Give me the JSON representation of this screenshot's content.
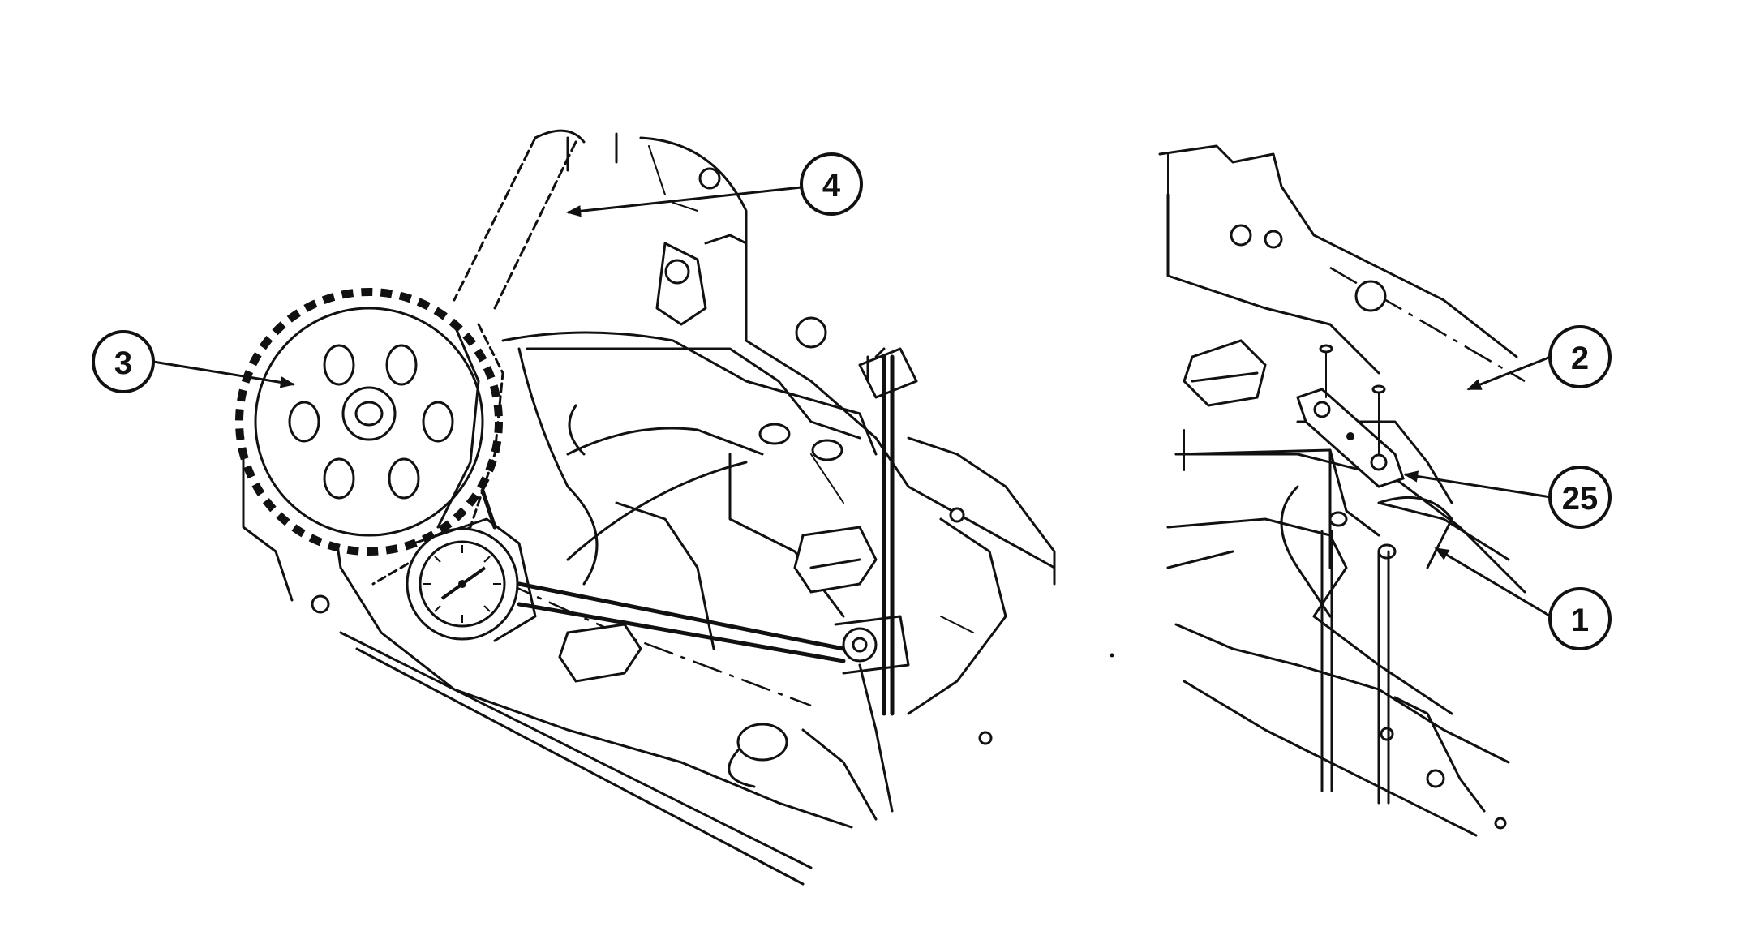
{
  "callouts": {
    "c4": {
      "label": "4"
    },
    "c3": {
      "label": "3"
    },
    "c2": {
      "label": "2"
    },
    "c25": {
      "label": "25"
    },
    "c1": {
      "label": "1"
    }
  },
  "colors": {
    "ink": "#111111",
    "paper": "#ffffff"
  }
}
